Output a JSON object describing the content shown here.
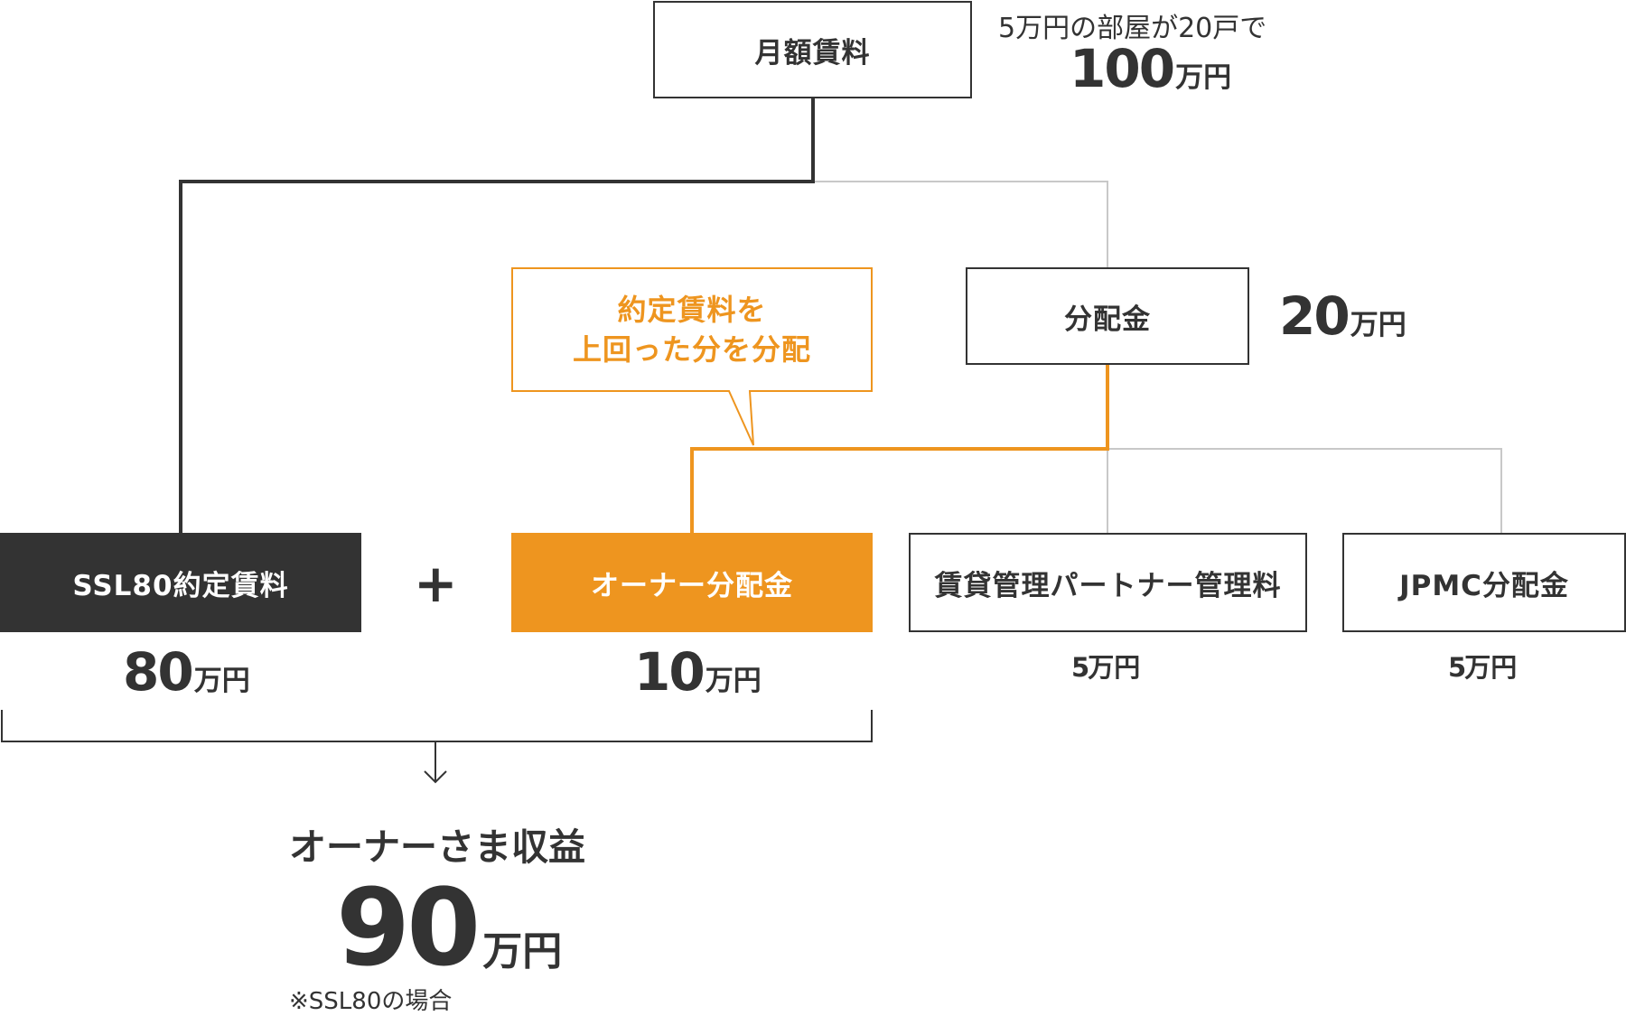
{
  "header_note": "5万円の部屋が20戸で",
  "top": {
    "label": "月額賃料",
    "amount": "100",
    "unit": "万円"
  },
  "distribution": {
    "label": "分配金",
    "amount": "20",
    "unit": "万円"
  },
  "callout": {
    "line1": "約定賃料を",
    "line2": "上回った分を分配"
  },
  "ssl": {
    "label": "SSL80約定賃料",
    "amount": "80",
    "unit": "万円"
  },
  "plus_sign": "+",
  "owner": {
    "label": "オーナー分配金",
    "amount": "10",
    "unit": "万円"
  },
  "partner": {
    "label": "賃貸管理パートナー管理料",
    "amount": "5",
    "unit": "万円"
  },
  "jpmc": {
    "label": "JPMC分配金",
    "amount": "5",
    "unit": "万円"
  },
  "income": {
    "label": "オーナーさま収益",
    "amount": "90",
    "unit": "万円"
  },
  "footnote": "※SSL80の場合",
  "colors": {
    "dark": "#333333",
    "orange": "#ee951f",
    "gray_line": "#c8c8c8"
  }
}
